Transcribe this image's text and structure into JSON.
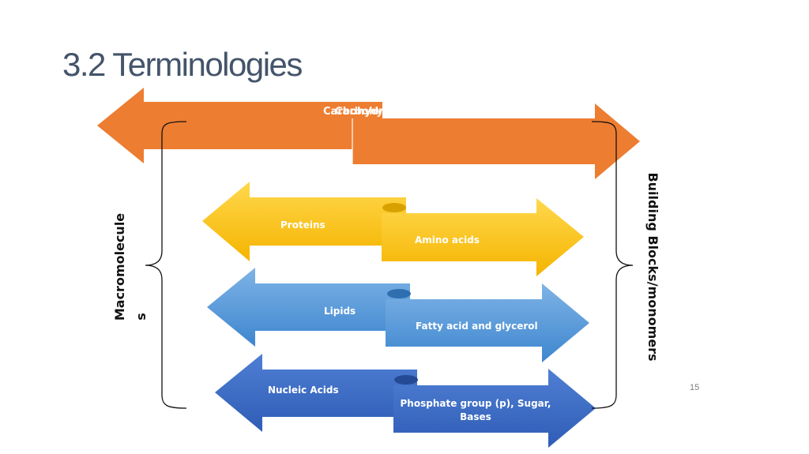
{
  "slide": {
    "title": "3.2 Terminologies",
    "page_number": "15"
  },
  "left_group_label_line1": "Macromolecule",
  "left_group_label_line2": "s",
  "right_group_label": "Building Blocks/monomers",
  "rows": [
    {
      "macromolecule": "Carbohydrates",
      "monomer": "Carbohydrates",
      "color": "#ed7d31"
    },
    {
      "macromolecule": "Proteins",
      "monomer": "Amino acids",
      "color": "#ffc000"
    },
    {
      "macromolecule": "Lipids",
      "monomer": "Fatty acid and  glycerol",
      "color": "#5b9bd5"
    },
    {
      "macromolecule": "Nucleic Acids",
      "monomer_line1": "Phosphate group (p), Sugar,",
      "monomer_line2": "Bases",
      "color": "#4472c4"
    }
  ],
  "row1_overlap_text": "Carbohydrates"
}
